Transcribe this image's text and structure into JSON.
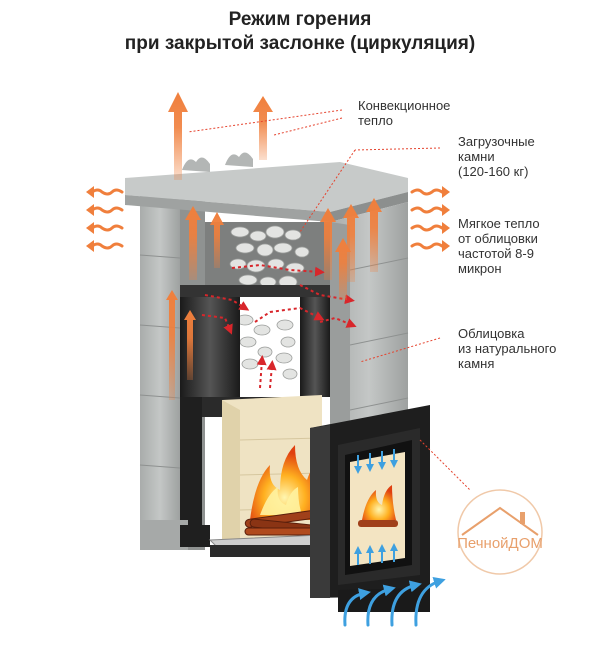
{
  "title": {
    "line1": "Режим горения",
    "line2": "при закрытой заслонке (циркуляция)"
  },
  "callouts": [
    {
      "id": "convection",
      "text": "Конвекционное\nтепло"
    },
    {
      "id": "stones",
      "text": "Загрузочные\nкамни\n(120-160 кг)"
    },
    {
      "id": "soft_heat",
      "text": "Мягкое тепло\nот облицовки\nчастотой 8-9\nмикрон"
    },
    {
      "id": "cladding",
      "text": "Облицовка\nиз натурального\nкамня"
    }
  ],
  "logo": {
    "text": "ПечнойДОМ"
  },
  "colors": {
    "heat_arrow": "#f07f3c",
    "callout_line": "#e5432e",
    "circulation": "#d8262b",
    "cold_air": "#3ea0e0",
    "stone": "#b9bcbb",
    "steel": "#262626",
    "firebox": "#efe3c3",
    "logo": "#e8a06c"
  }
}
